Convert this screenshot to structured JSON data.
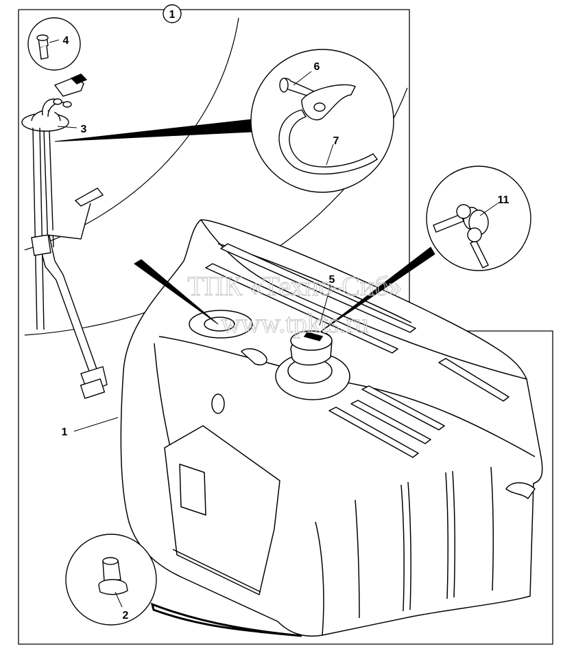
{
  "diagram": {
    "callouts": {
      "assembly": "1",
      "part_1": "1",
      "part_2": "2",
      "part_3": "3",
      "part_4": "4",
      "part_5": "5",
      "part_6": "6",
      "part_7": "7",
      "part_11": "11"
    },
    "watermark": {
      "company": "ТПК «Техно-Сиб»",
      "url": "www.tpkts.ru"
    },
    "colors": {
      "line": "#000000",
      "background": "#ffffff",
      "watermark": "#c8c8c8"
    }
  }
}
